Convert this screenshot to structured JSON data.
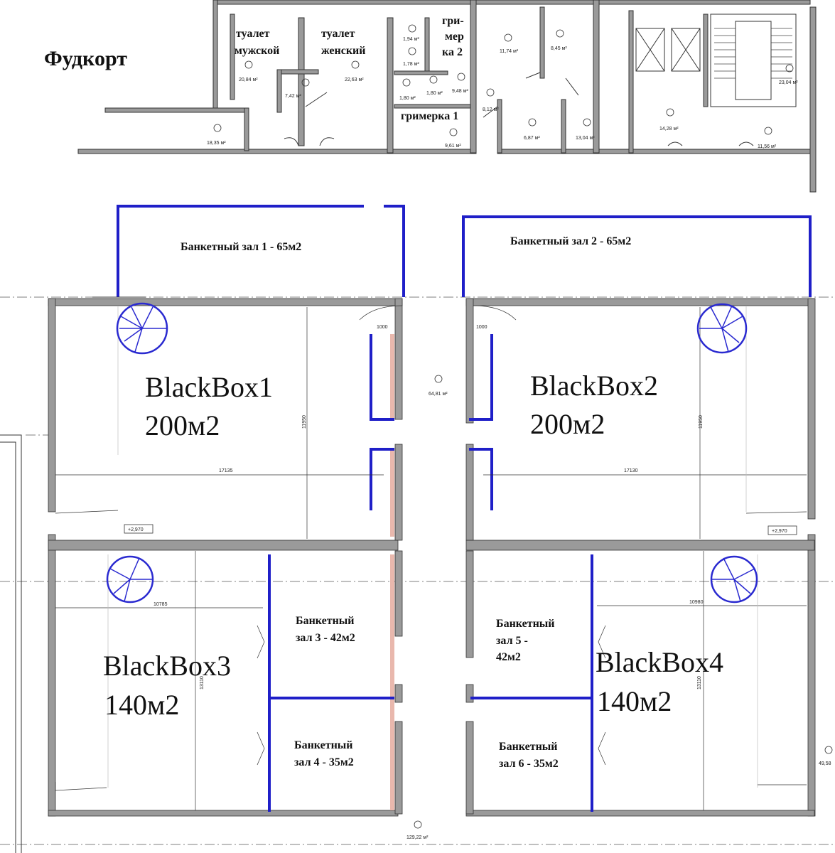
{
  "labels": {
    "foodcourt": "Фудкорт",
    "toilet_m_1": "туалет",
    "toilet_m_2": "мужской",
    "toilet_w_1": "туалет",
    "toilet_w_2": "женский",
    "dressing2_1": "гри-",
    "dressing2_2": "мер",
    "dressing2_3": "ка 2",
    "dressing1": "гримерка 1",
    "banquet1": "Банкетный зал 1 - 65м2",
    "banquet2": "Банкетный зал 2 - 65м2",
    "banquet3_1": "Банкетный",
    "banquet3_2": "зал 3 - 42м2",
    "banquet4_1": "Банкетный",
    "banquet4_2": "зал 4 - 35м2",
    "banquet5_1": "Банкетный",
    "banquet5_2": "зал 5 -",
    "banquet5_3": "42м2",
    "banquet6_1": "Банкетный",
    "banquet6_2": "зал 6 - 35м2",
    "bb1_name": "BlackBox1",
    "bb1_area": "200м2",
    "bb2_name": "BlackBox2",
    "bb2_area": "200м2",
    "bb3_name": "BlackBox3",
    "bb3_area": "140м2",
    "bb4_name": "BlackBox4",
    "bb4_area": "140м2"
  },
  "room_areas": {
    "a12": "18,35 м²",
    "a14": "20,84 м²",
    "a16": "7,42 м²",
    "a15": "22,63 м²",
    "a22": "1,94 м²",
    "a20": "1,78 м²",
    "a19": "1,80 м²",
    "a21": "1,80 м²",
    "a18": "9,48 м²",
    "a17": "9,61 м²",
    "a23": "8,12 м²",
    "a25": "11,74 м²",
    "a26": "8,45 м²",
    "a24": "6,87 м²",
    "a27": "13,04 м²",
    "a28": "14,28 м²",
    "a41": "23,04 м²",
    "a40": "11,56 м²",
    "a6": "64,81 м²",
    "a7": "129,22 м²",
    "a5": "49,58"
  },
  "dimensions": {
    "d1000_left": "1000",
    "d1000_right": "1000",
    "d11950_left": "11950",
    "d11950_right": "11950",
    "d17135": "17135",
    "d17130": "17130",
    "d10785": "10785",
    "d10980": "10980",
    "d13110_left": "13110",
    "d13110_right": "13110",
    "lvl_left": "+2,970",
    "lvl_right": "+2,970"
  },
  "colors": {
    "wall_fill": "#9a9a9a",
    "wall_stroke": "#333333",
    "partition_blue": "#1f1fc8",
    "accent_pink": "#e9b8ad",
    "axis_line": "#555555",
    "stair_blue": "#2a2ad0"
  }
}
